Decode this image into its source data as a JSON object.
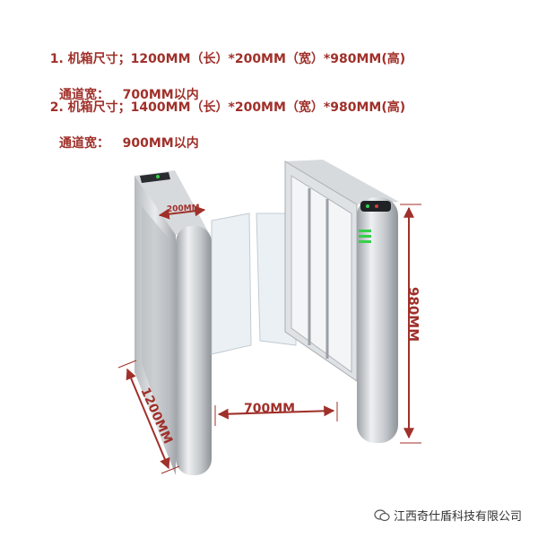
{
  "specs": [
    {
      "line1": "1. 机箱尺寸；1200MM（长）*200MM（宽）*980MM(高)",
      "line2": "通道宽：   700MM以内"
    },
    {
      "line1": "2. 机箱尺寸；1400MM（长）*200MM（宽）*980MM(高)",
      "line2": "通道宽：   900MM以内"
    }
  ],
  "dimensions": {
    "width_label": "200MM",
    "channel_label": "700MM",
    "height_label": "980MM",
    "length_label": "1200MM"
  },
  "watermark": {
    "text": "江西奇仕盾科技有限公司",
    "icon": "wechat-icon"
  },
  "colors": {
    "accent": "#a0302a",
    "indicator_green": "#35d04a",
    "steel": "#c9ccd0"
  }
}
